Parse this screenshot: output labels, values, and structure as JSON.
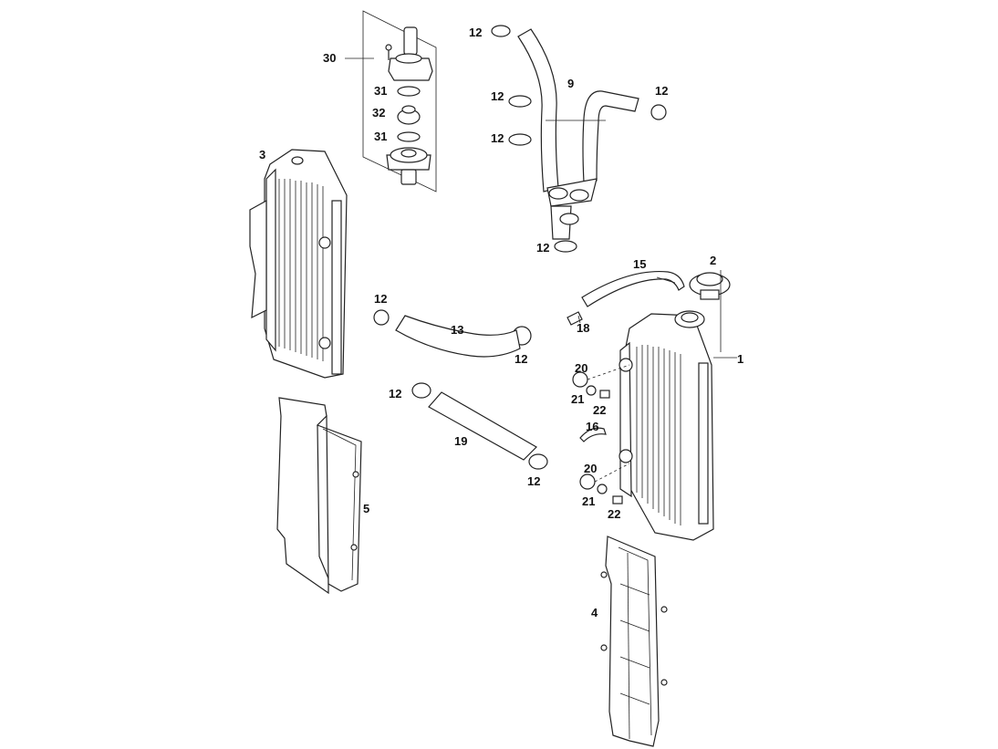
{
  "diagram": {
    "labels": {
      "l1": "1",
      "l2": "2",
      "l3": "3",
      "l4": "4",
      "l5": "5",
      "l9": "9",
      "l12a": "12",
      "l12b": "12",
      "l12c": "12",
      "l12d": "12",
      "l12e": "12",
      "l12f": "12",
      "l12g": "12",
      "l12h": "12",
      "l12i": "12",
      "l13": "13",
      "l15": "15",
      "l16": "16",
      "l18": "18",
      "l19": "19",
      "l20a": "20",
      "l20b": "20",
      "l21a": "21",
      "l21b": "21",
      "l22a": "22",
      "l22b": "22",
      "l30": "30",
      "l31a": "31",
      "l31b": "31",
      "l32": "32"
    },
    "colors": {
      "ink": "#222222",
      "background": "#ffffff"
    }
  }
}
